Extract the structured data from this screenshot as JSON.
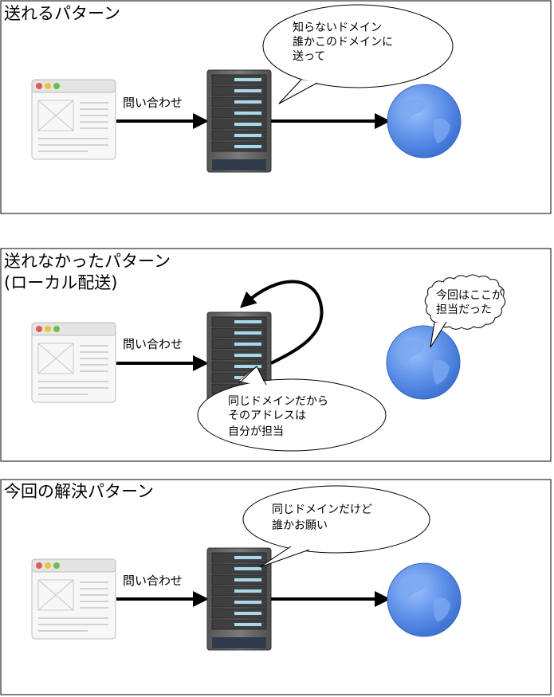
{
  "panels": [
    {
      "title_lines": [
        "送れるパターン"
      ],
      "arrow_label": "問い合わせ",
      "bubble_lines": [
        "知らないドメイン",
        "誰かこのドメインに",
        "送って"
      ],
      "cloud_lines": []
    },
    {
      "title_lines": [
        "送れなかったパターン",
        "(ローカル配送)"
      ],
      "arrow_label": "問い合わせ",
      "bubble_lines": [
        "同じドメインだから",
        "そのアドレスは",
        "自分が担当"
      ],
      "cloud_lines": [
        "今回はここが",
        "担当だった"
      ]
    },
    {
      "title_lines": [
        "今回の解決パターン"
      ],
      "arrow_label": "問い合わせ",
      "bubble_lines": [
        "同じドメインだけど",
        "誰かお願い"
      ],
      "cloud_lines": []
    }
  ],
  "colors": {
    "globe": "#5b8ee6",
    "server": "#5f5f5f",
    "server_led": "#a8d8ea",
    "window_red": "#e55a4f",
    "window_yellow": "#f2c13b",
    "window_green": "#6cc04a"
  }
}
